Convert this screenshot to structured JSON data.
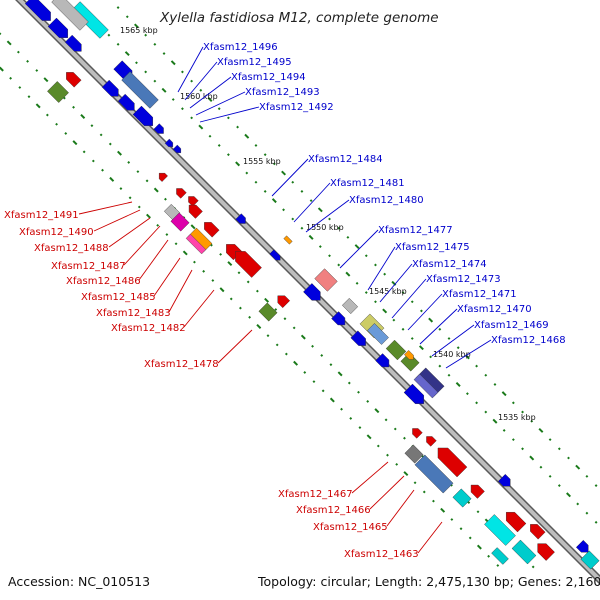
{
  "title": "Xylella fastidiosa M12, complete genome",
  "accession": "Accession: NC_010513",
  "topology": "Topology: circular; Length: 2,475,130 bp; Genes: 2,160",
  "colors": {
    "forward": "#0000cc",
    "reverse": "#cc0000",
    "backbone": "#9a9a9a",
    "gc_dots": "#1a7a1a"
  },
  "kbp_ticks": [
    {
      "label": "1565 kbp"
    },
    {
      "label": "1560 kbp"
    },
    {
      "label": "1555 kbp"
    },
    {
      "label": "1550 kbp"
    },
    {
      "label": "1545 kbp"
    },
    {
      "label": "1540 kbp"
    },
    {
      "label": "1535 kbp"
    }
  ],
  "forward_genes": [
    {
      "label": "Xfasm12_1496"
    },
    {
      "label": "Xfasm12_1495"
    },
    {
      "label": "Xfasm12_1494"
    },
    {
      "label": "Xfasm12_1493"
    },
    {
      "label": "Xfasm12_1492"
    },
    {
      "label": "Xfasm12_1484"
    },
    {
      "label": "Xfasm12_1481"
    },
    {
      "label": "Xfasm12_1480"
    },
    {
      "label": "Xfasm12_1477"
    },
    {
      "label": "Xfasm12_1475"
    },
    {
      "label": "Xfasm12_1474"
    },
    {
      "label": "Xfasm12_1473"
    },
    {
      "label": "Xfasm12_1471"
    },
    {
      "label": "Xfasm12_1470"
    },
    {
      "label": "Xfasm12_1469"
    },
    {
      "label": "Xfasm12_1468"
    }
  ],
  "reverse_genes": [
    {
      "label": "Xfasm12_1491"
    },
    {
      "label": "Xfasm12_1490"
    },
    {
      "label": "Xfasm12_1488"
    },
    {
      "label": "Xfasm12_1487"
    },
    {
      "label": "Xfasm12_1486"
    },
    {
      "label": "Xfasm12_1485"
    },
    {
      "label": "Xfasm12_1483"
    },
    {
      "label": "Xfasm12_1482"
    },
    {
      "label": "Xfasm12_1478"
    },
    {
      "label": "Xfasm12_1467"
    },
    {
      "label": "Xfasm12_1466"
    },
    {
      "label": "Xfasm12_1465"
    },
    {
      "label": "Xfasm12_1463"
    }
  ]
}
